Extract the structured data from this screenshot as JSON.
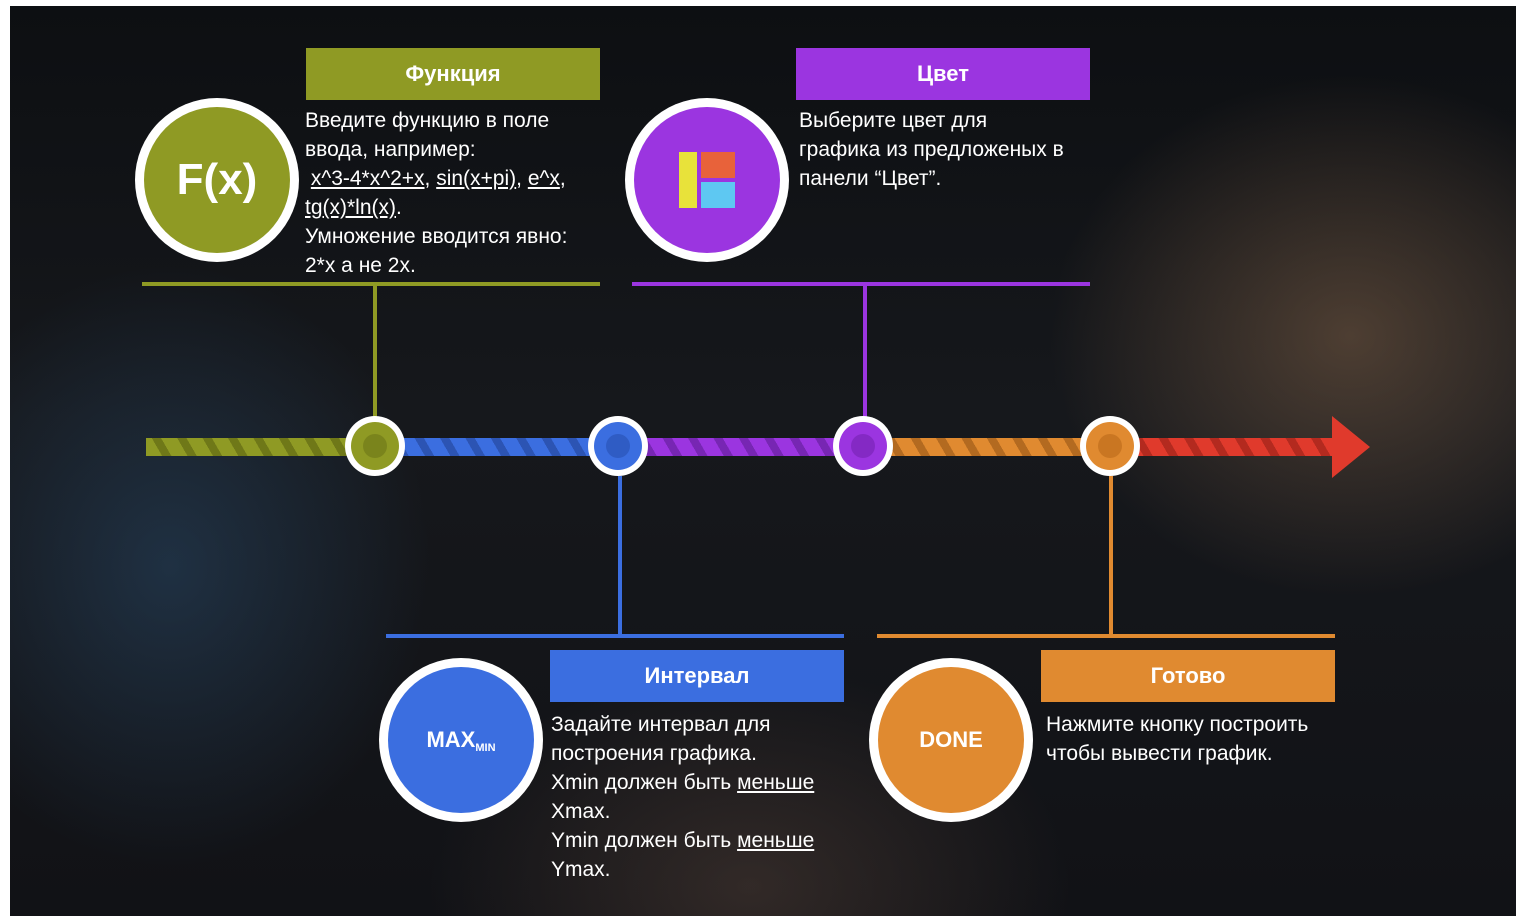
{
  "steps": {
    "function": {
      "title": "Функция",
      "icon_text": "F(x)",
      "line1": "Введите функцию в поле",
      "line2": "ввода, например:",
      "ex1": "x^3-4*x^2+x",
      "ex2": "sin(x+pi)",
      "ex3": "e^x",
      "ex4": "tg(x)*ln(x)",
      "line5": "Умножение вводится явно:",
      "line6": "2*x а не 2x.",
      "color": "#8f9a24"
    },
    "color": {
      "title": "Цвет",
      "line1": "Выберите цвет для",
      "line2": "графика из предложеных в",
      "line3": "панели “Цвет”.",
      "color": "#9b35e0"
    },
    "interval": {
      "title": "Интервал",
      "icon_main": "MAX",
      "icon_sub": "MIN",
      "line1": "Задайте интервал для",
      "line2": "построения графика.",
      "line3a": "Xmin должен быть ",
      "line3b": "меньше",
      "line4": "Xmax.",
      "line5a": "Ymin должен быть ",
      "line5b": "меньше",
      "line6": "Ymax.",
      "color": "#3b6ee0"
    },
    "done": {
      "title": "Готово",
      "icon_text": "DONE",
      "line1": "Нажмите кнопку построить",
      "line2": "чтобы вывести график.",
      "color": "#e08a30"
    }
  },
  "timeline_colors": [
    "#8f9a24",
    "#3b6ee0",
    "#9b35e0",
    "#e08a30",
    "#e03a2c"
  ]
}
